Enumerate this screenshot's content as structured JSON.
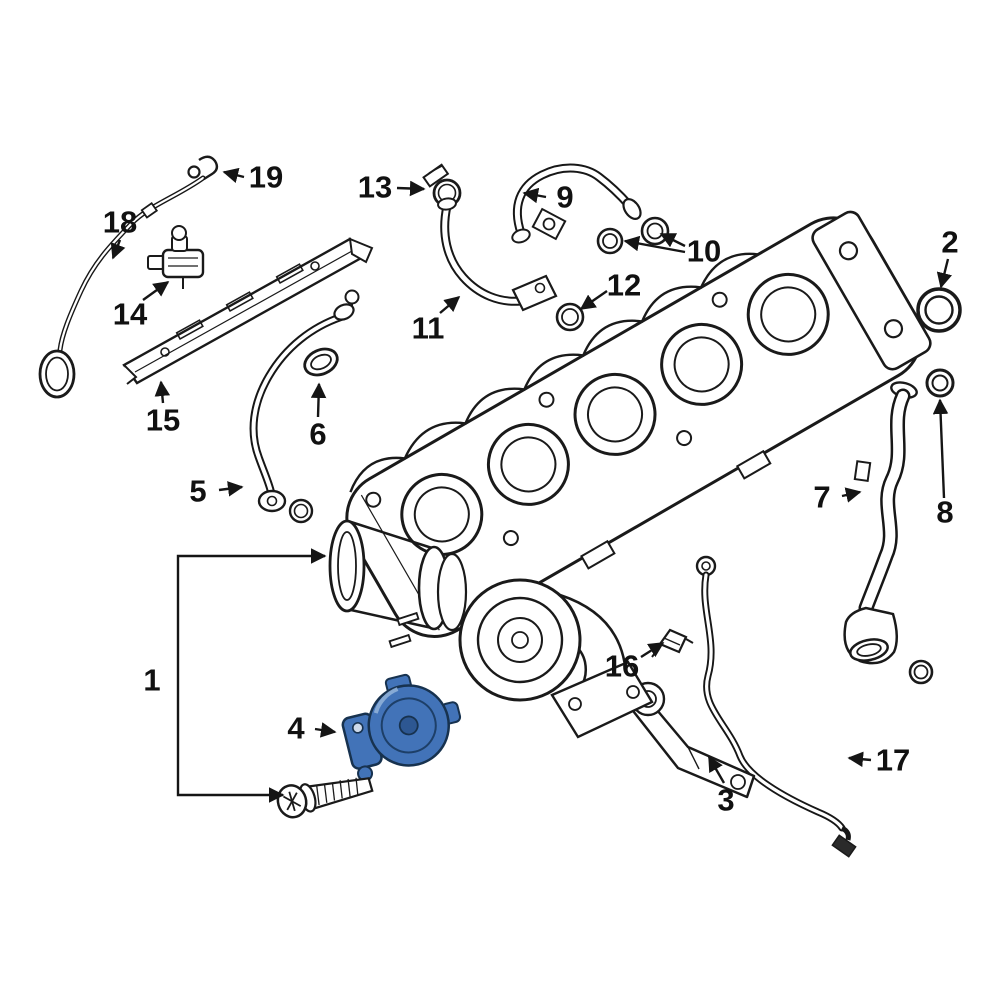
{
  "diagram": {
    "colors": {
      "background": "#ffffff",
      "line": "#1a1a1a",
      "highlight": "#4273b8",
      "highlight_dark": "#17324f",
      "highlight_inner": "#2d5792"
    },
    "highlighted_label": "4",
    "labels": [
      {
        "text": "1"
      },
      {
        "text": "2"
      },
      {
        "text": "3"
      },
      {
        "text": "4"
      },
      {
        "text": "5"
      },
      {
        "text": "6"
      },
      {
        "text": "7"
      },
      {
        "text": "8"
      },
      {
        "text": "9"
      },
      {
        "text": "10"
      },
      {
        "text": "11"
      },
      {
        "text": "12"
      },
      {
        "text": "13"
      },
      {
        "text": "14"
      },
      {
        "text": "15"
      },
      {
        "text": "16"
      },
      {
        "text": "17"
      },
      {
        "text": "18"
      },
      {
        "text": "19"
      }
    ]
  }
}
